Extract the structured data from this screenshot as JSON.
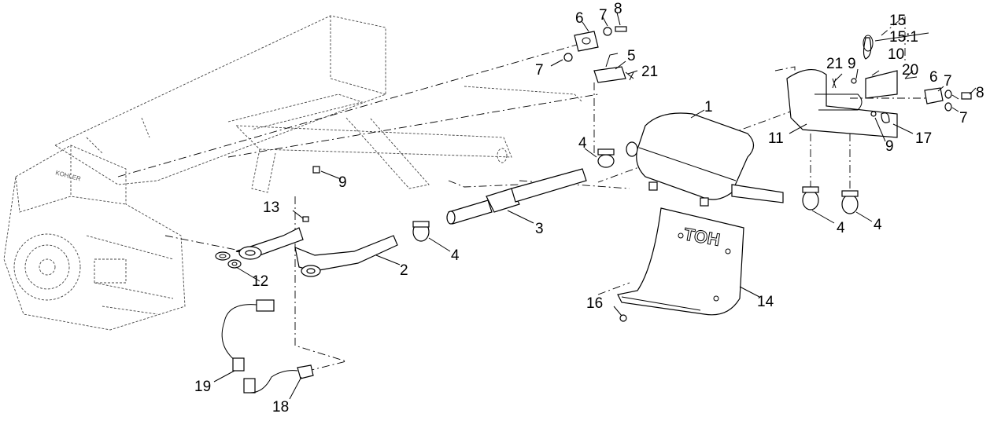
{
  "diagram": {
    "callouts": {
      "c1": "1",
      "c2": "2",
      "c3": "3",
      "c4a": "4",
      "c4b": "4",
      "c4c": "4",
      "c4d": "4",
      "c5": "5",
      "c6a": "6",
      "c6b": "6",
      "c7a": "7",
      "c7b": "7",
      "c7c": "7",
      "c7d": "7",
      "c8a": "8",
      "c8b": "8",
      "c9a": "9",
      "c9b": "9",
      "c9c": "9",
      "c10": "10",
      "c11": "11",
      "c12": "12",
      "c13": "13",
      "c14": "14",
      "c15": "15",
      "c15_1": "15:1",
      "c16": "16",
      "c17": "17",
      "c18": "18",
      "c19": "19",
      "c20": "20",
      "c21a": "21",
      "c21b": "21"
    },
    "engine_brand": "KOHLER",
    "heat_shield_lettering": "TOH"
  }
}
